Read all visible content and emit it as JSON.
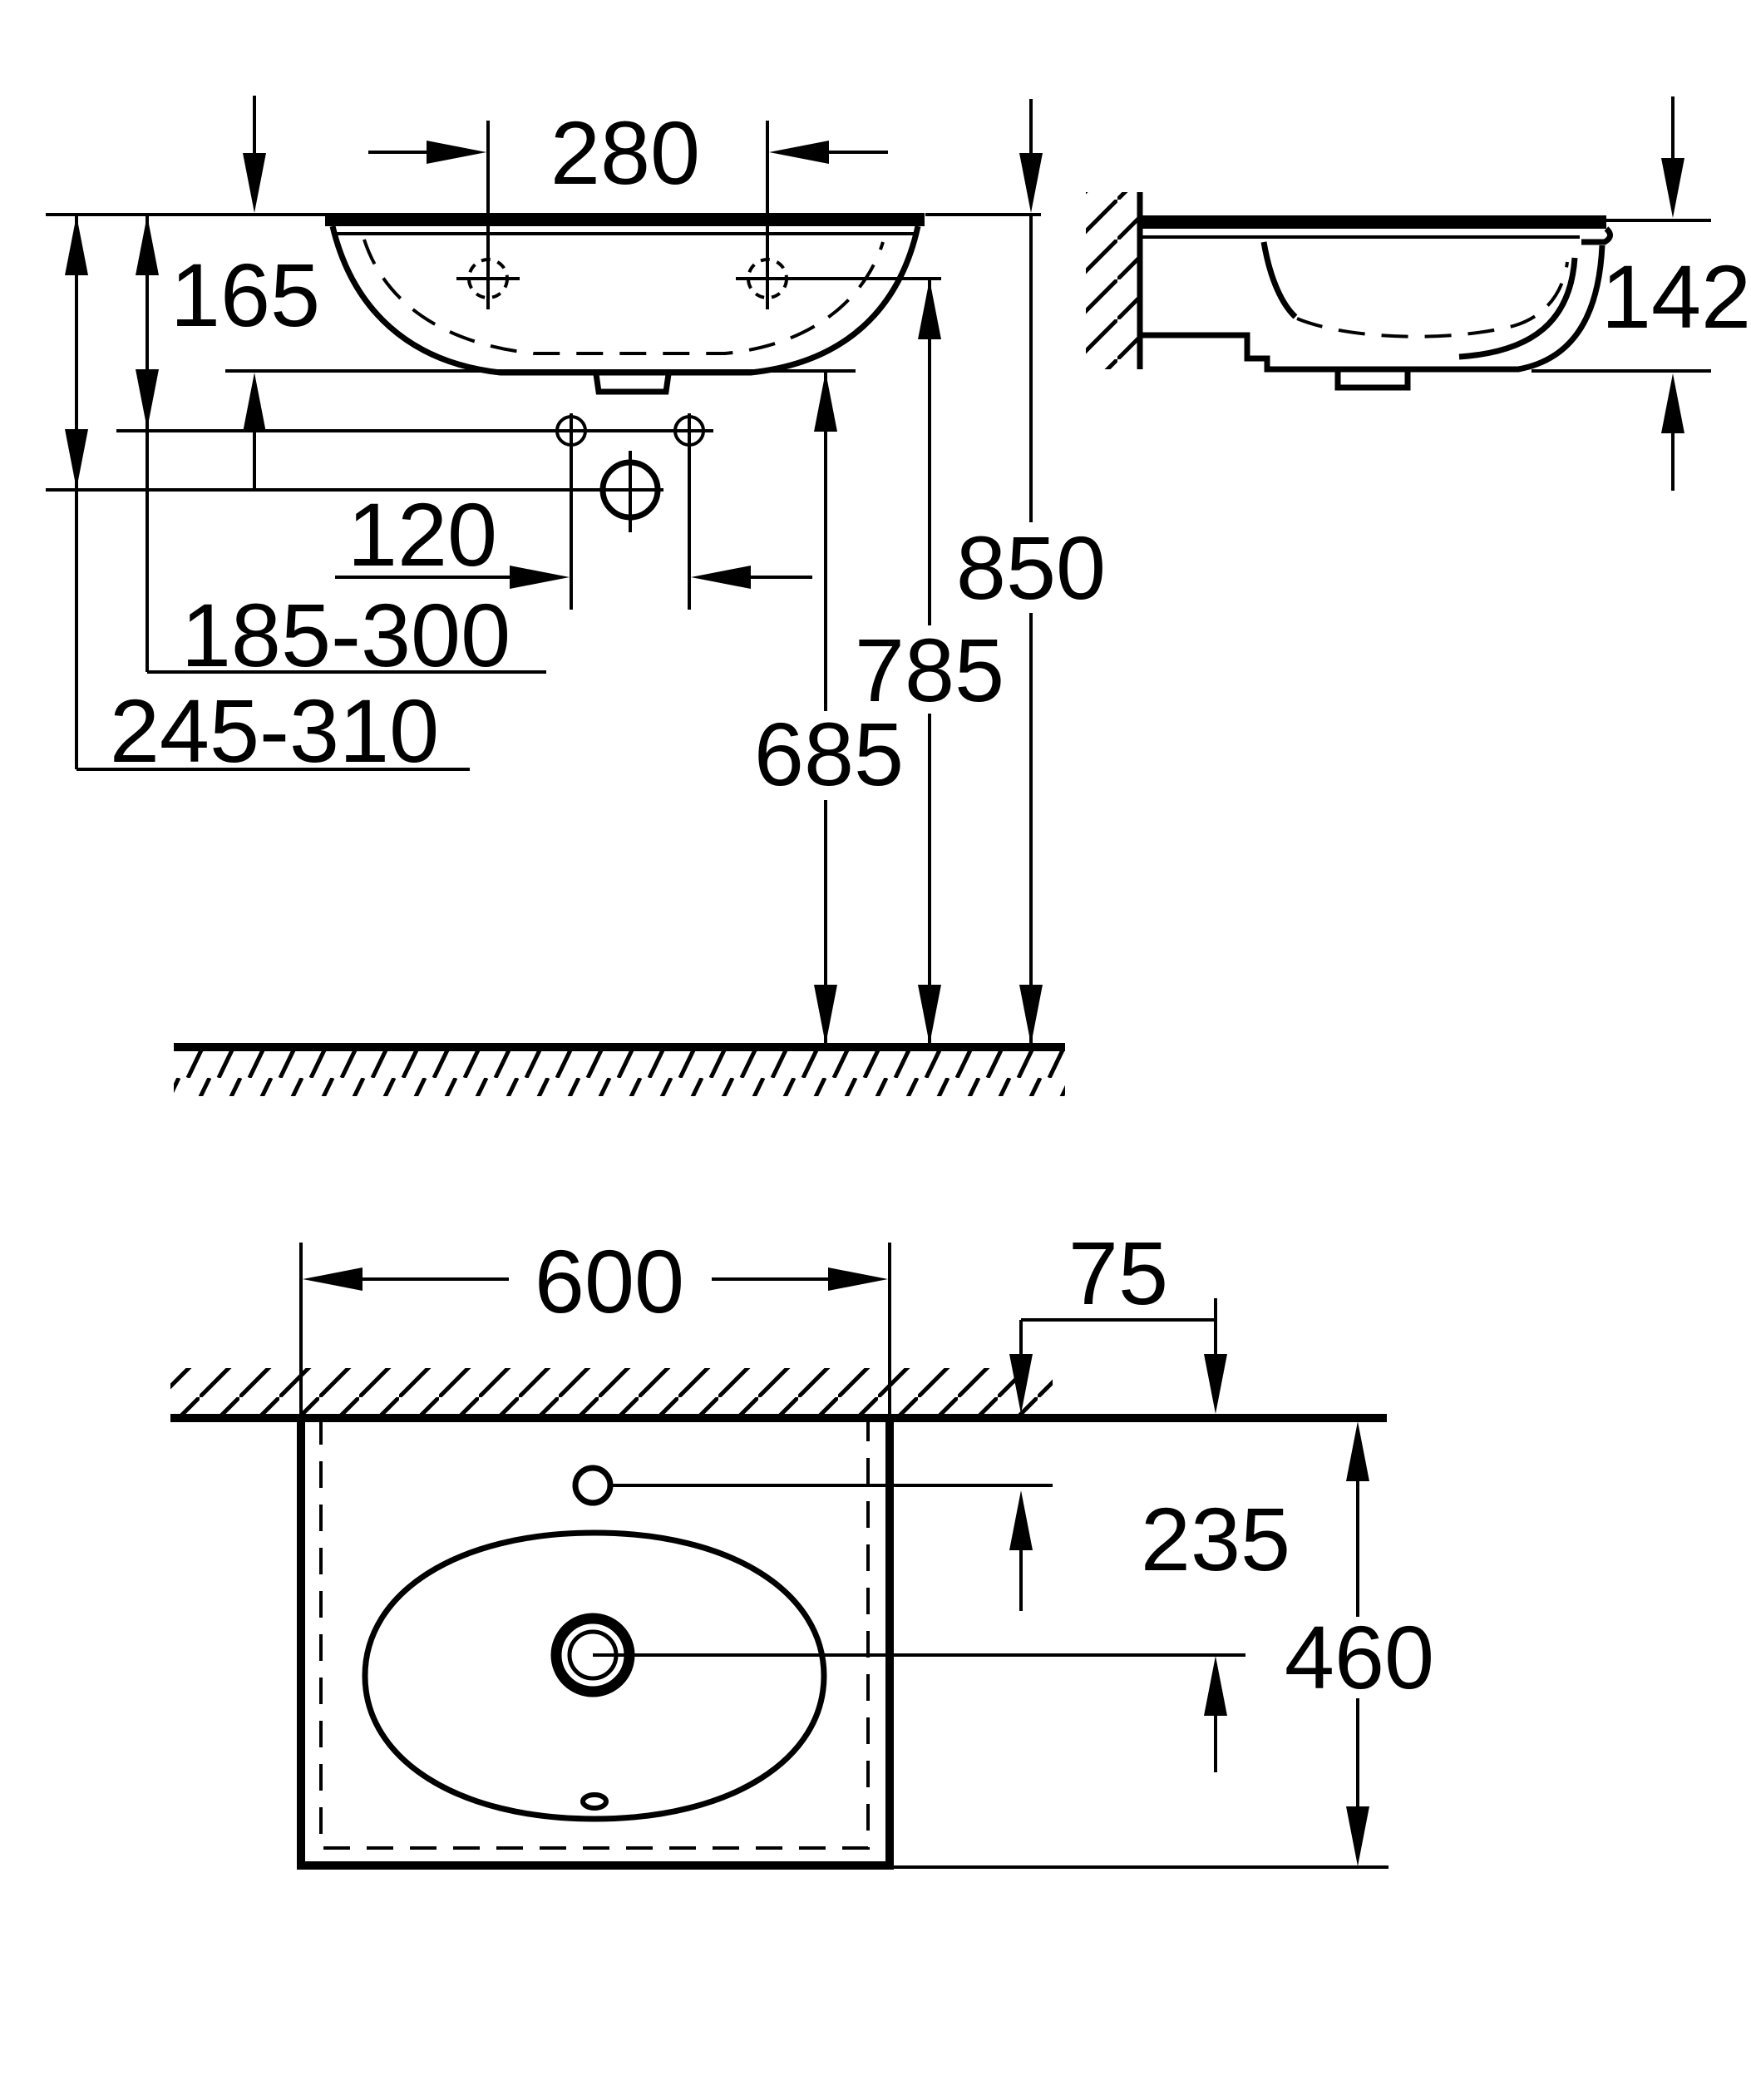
{
  "diagram": {
    "front_view": {
      "hole_spacing": "280",
      "bowl_depth": "165",
      "drain_to_hole": "120",
      "supply_height_range_upper": "185-300",
      "supply_height_range_lower": "245-310",
      "trap_outlet_height": "685",
      "hole_height": "785",
      "rim_height": "850"
    },
    "side_view": {
      "basin_depth": "142"
    },
    "plan_view": {
      "width": "600",
      "tap_hole_to_wall": "75",
      "drain_to_wall": "235",
      "depth": "460"
    }
  }
}
